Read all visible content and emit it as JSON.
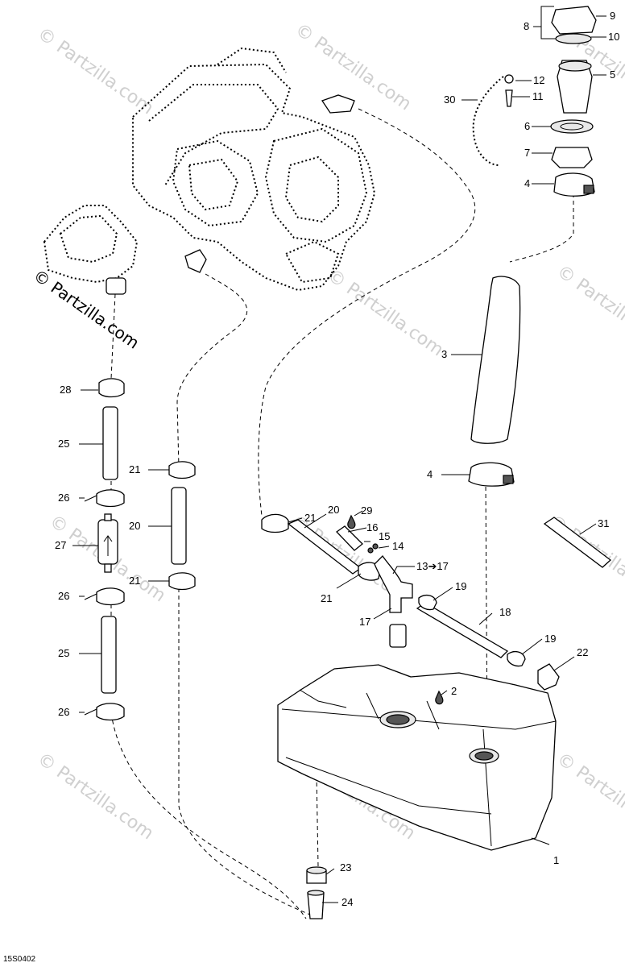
{
  "diagram": {
    "code": "15S0402",
    "watermark": "© Partzilla.com",
    "watermark_main": "© Partzilla.com",
    "callouts": {
      "c1": "1",
      "c2": "2",
      "c3": "3",
      "c4a": "4",
      "c4b": "4",
      "c5": "5",
      "c6": "6",
      "c7": "7",
      "c8": "8",
      "c9": "9",
      "c10": "10",
      "c11": "11",
      "c12": "12",
      "c13": "13➔17",
      "c14": "14",
      "c15": "15",
      "c16": "16",
      "c17": "17",
      "c18": "18",
      "c19a": "19",
      "c19b": "19",
      "c20a": "20",
      "c20b": "20",
      "c21a": "21",
      "c21b": "21",
      "c21c": "21",
      "c21d": "21",
      "c22": "22",
      "c23": "23",
      "c24": "24",
      "c25a": "25",
      "c25b": "25",
      "c26a": "26",
      "c26b": "26",
      "c26c": "26",
      "c27": "27",
      "c28": "28",
      "c29": "29",
      "c30": "30",
      "c31": "31"
    }
  }
}
